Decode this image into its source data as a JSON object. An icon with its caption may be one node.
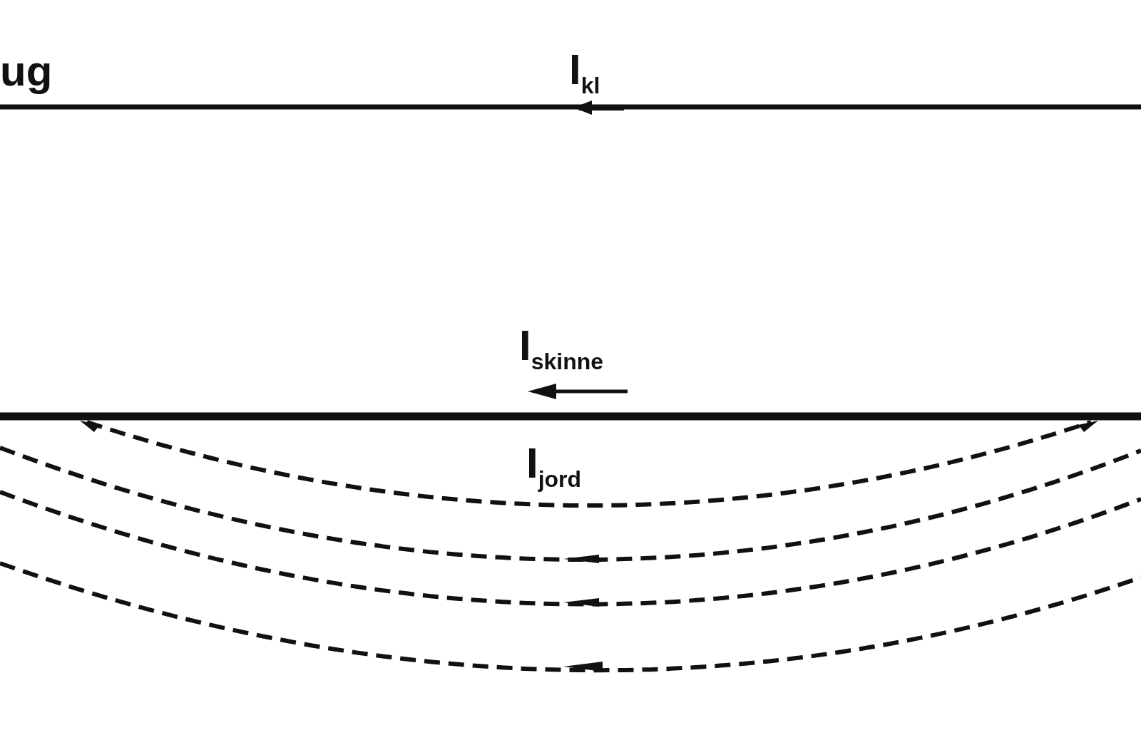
{
  "diagram": {
    "labels": [
      "ug",
      "I$_{kl}$",
      "I$_{skinne}$",
      "I$_{jord}$"
    ]
  }
}
